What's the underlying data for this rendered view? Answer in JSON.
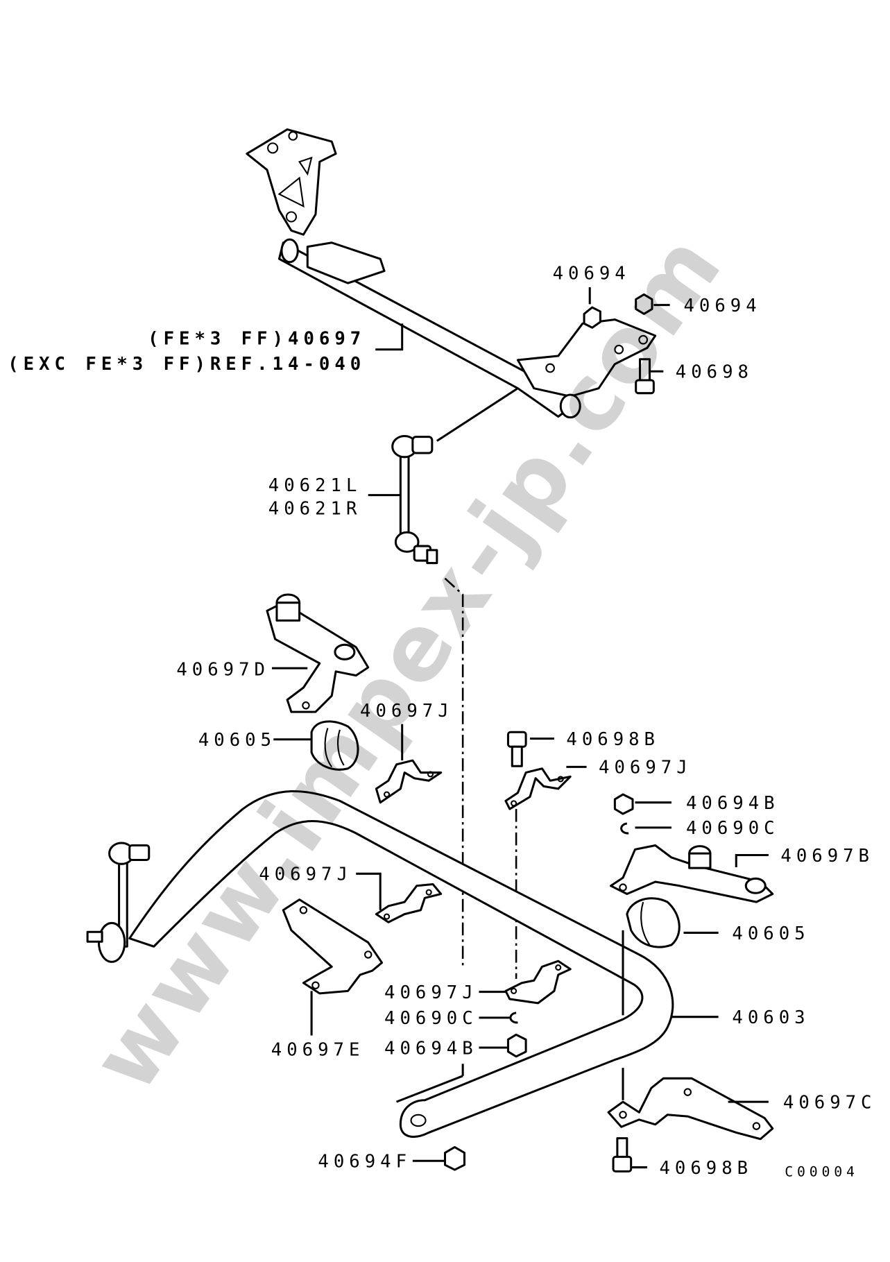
{
  "diagram": {
    "title": "Front stabilizer parts diagram",
    "labels": [
      "40694",
      "40694",
      "(FE*3 FF)40697",
      "(EXC FE*3 FF)REF.14-040",
      "40698",
      "40621L",
      "40621R",
      "40697D",
      "40697J",
      "40605",
      "40698B",
      "40697J",
      "40694B",
      "40690C",
      "40697B",
      "40697J",
      "40605",
      "40697J",
      "40603",
      "40690C",
      "40694B",
      "40697E",
      "40697C",
      "40694F",
      "40698B"
    ],
    "figure_code": "C00004",
    "watermark": "www.impex-jp.com"
  }
}
